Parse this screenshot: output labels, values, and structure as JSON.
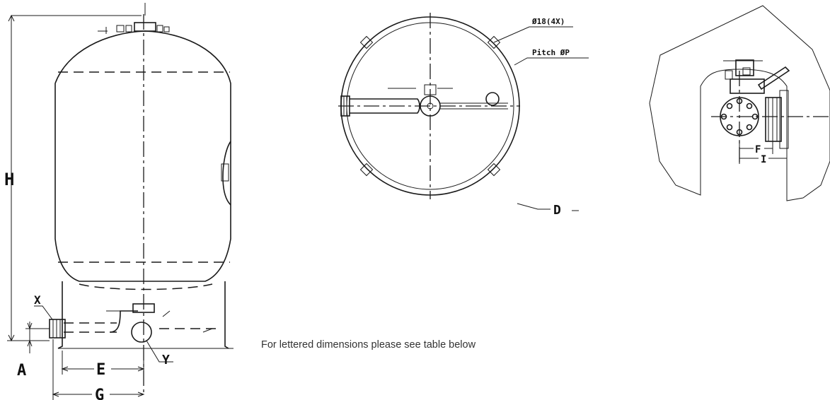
{
  "labels": {
    "height": "H",
    "a": "A",
    "e": "E",
    "g": "G",
    "x": "X",
    "y": "Y",
    "d": "D",
    "f": "F",
    "i": "I",
    "holes": "Ø18(4X)",
    "pitch": "Pitch ØP"
  },
  "note": "For lettered dimensions please see table below"
}
